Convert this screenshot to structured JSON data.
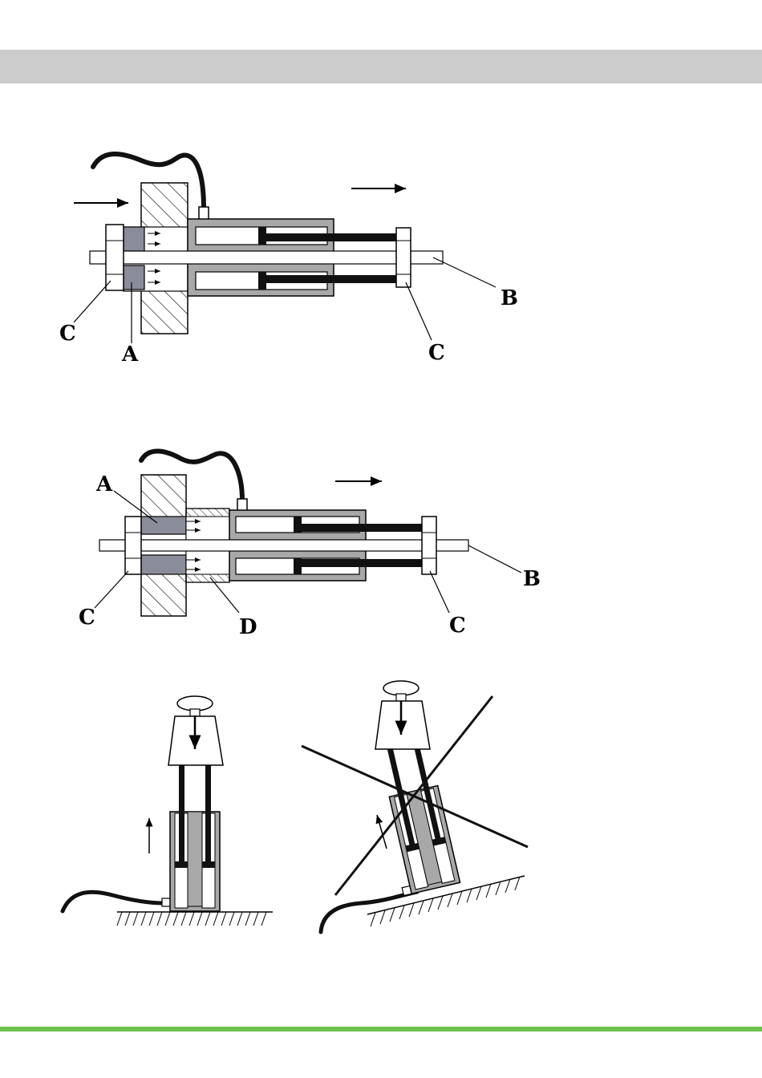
{
  "colors": {
    "header_bar": "#cccccc",
    "footer_line": "#6cc24a",
    "body_gray": "#a8a8a8",
    "nut_blue": "#8a8c9a",
    "black": "#111111"
  },
  "figure1": {
    "label_c_left": "C",
    "label_a": "A",
    "label_b": "B",
    "label_c_right": "C"
  },
  "figure2": {
    "label_a": "A",
    "label_c_left": "C",
    "label_d": "D",
    "label_b": "B",
    "label_c_right": "C"
  }
}
